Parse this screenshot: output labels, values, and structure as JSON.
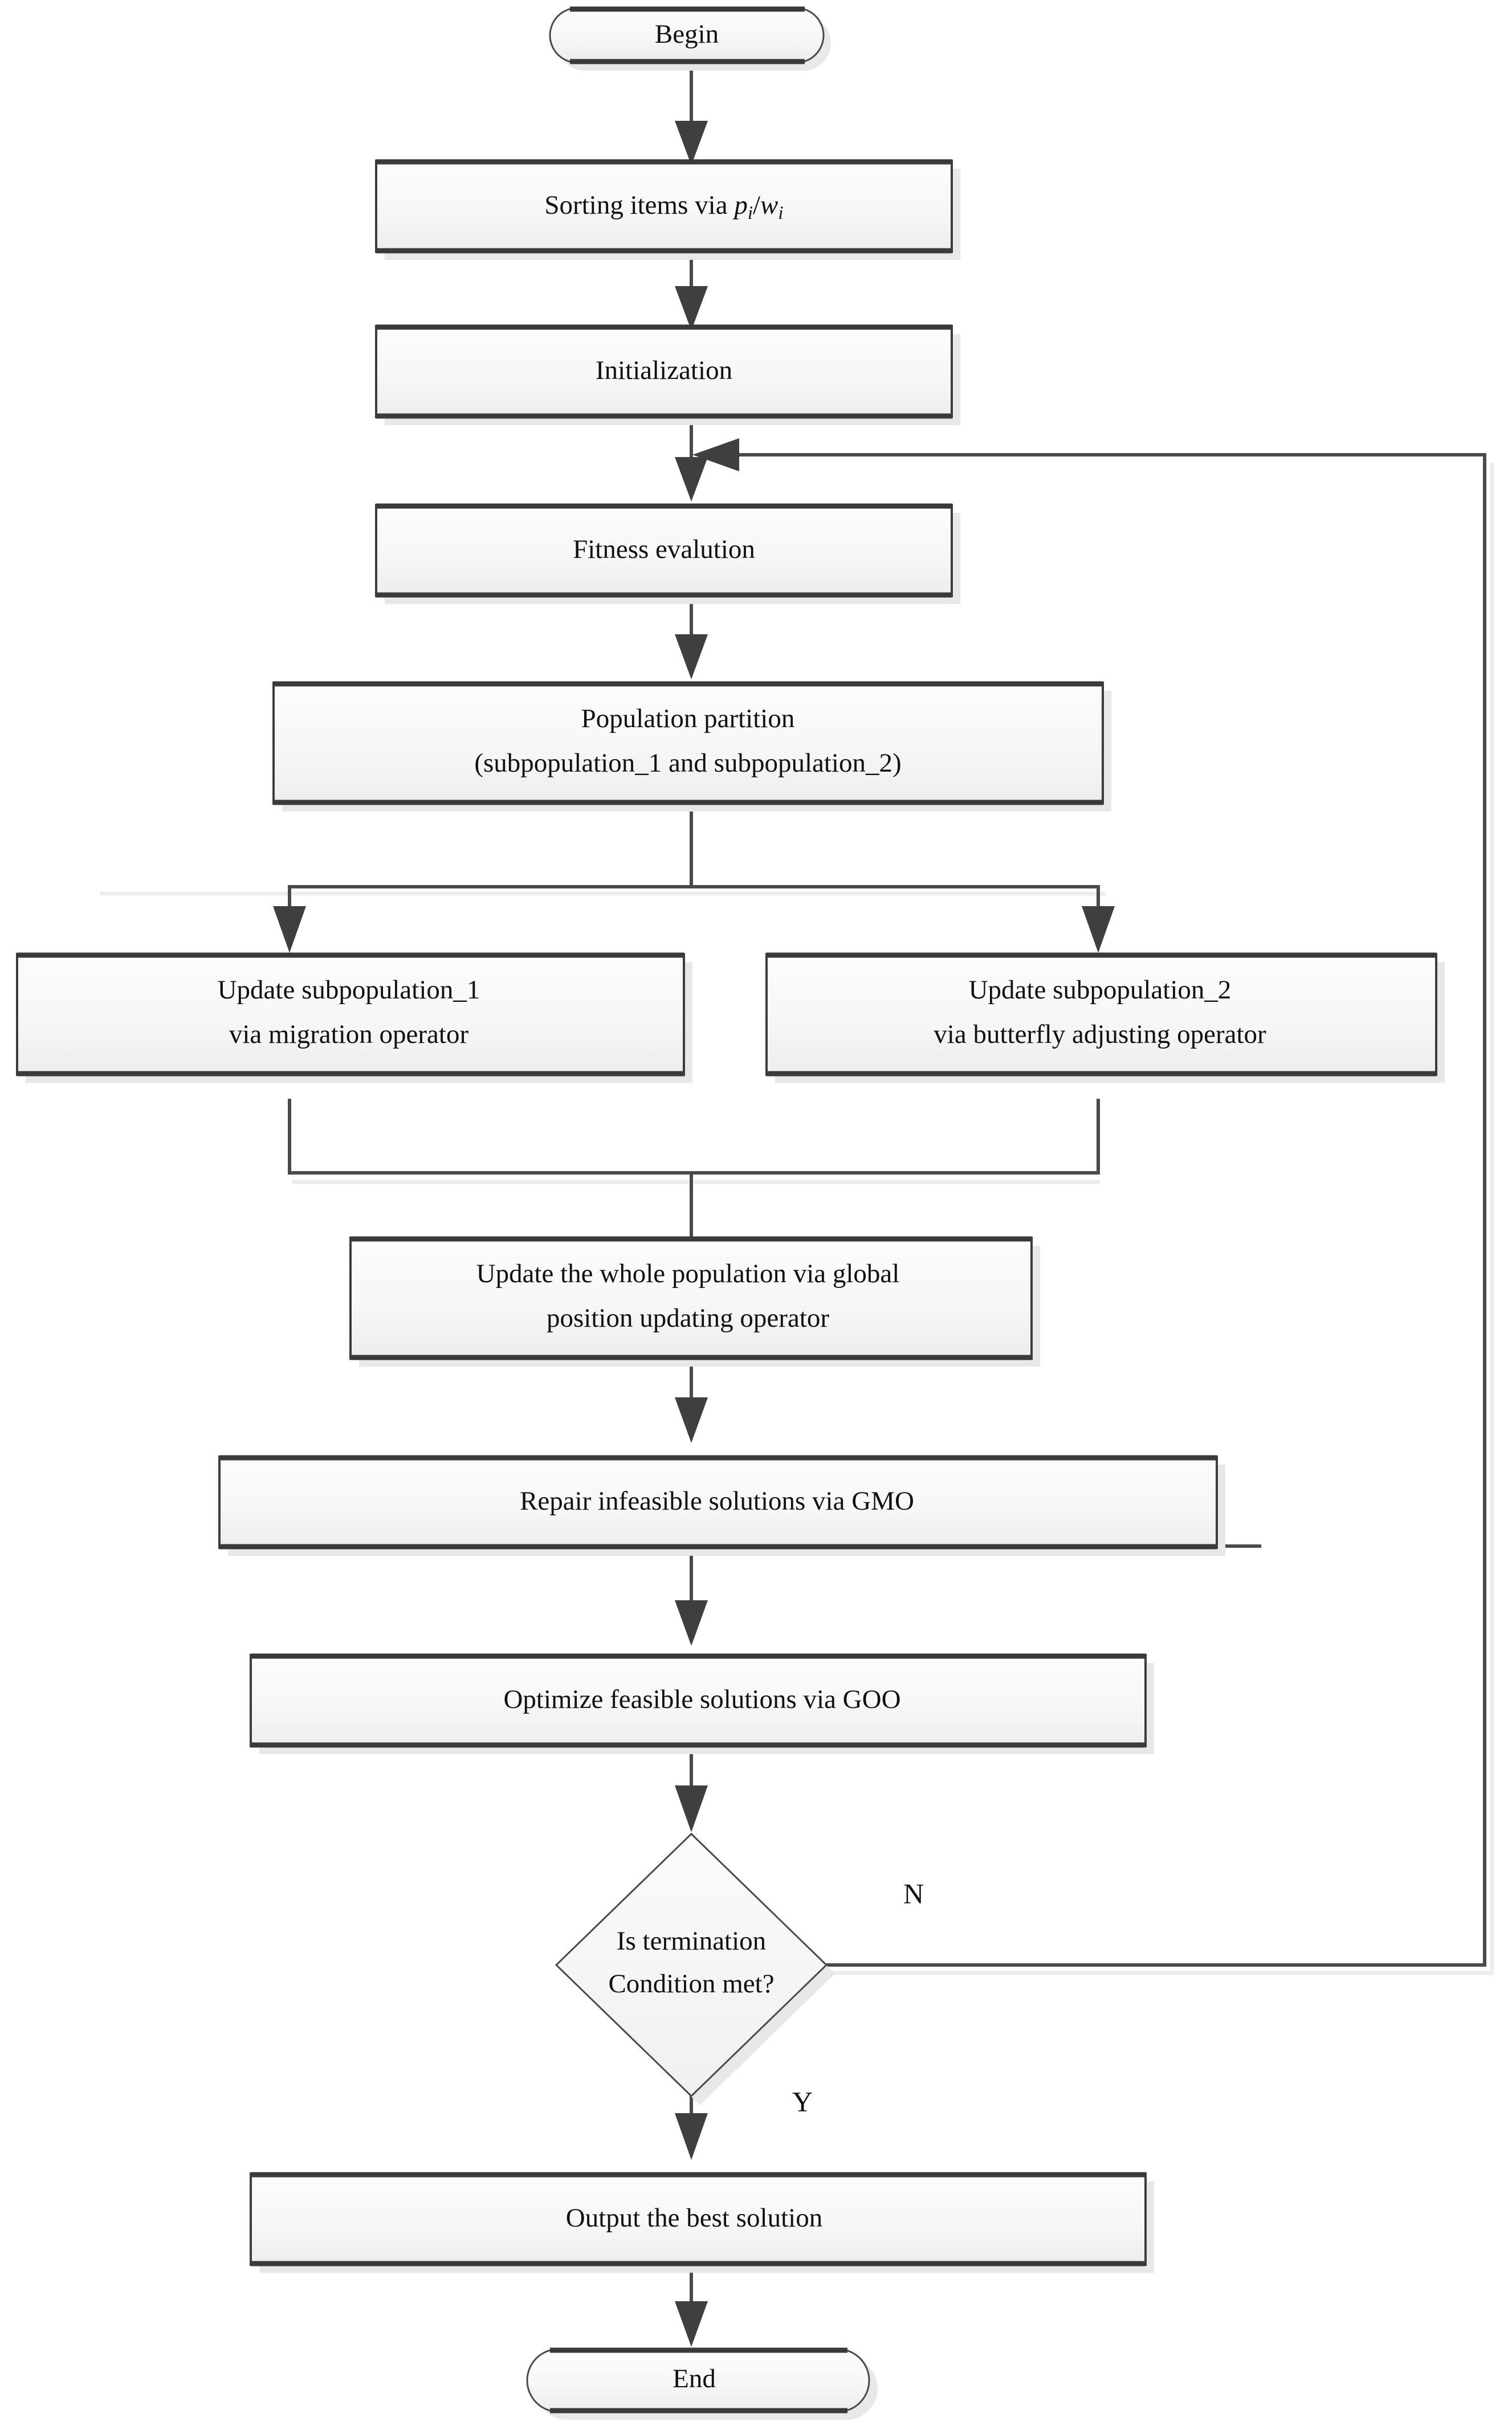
{
  "diagram": {
    "title": "Algorithm flowchart",
    "type": "flowchart",
    "colors": {
      "node_fill_top": "#fbfbfb",
      "node_fill_bottom": "#efefef",
      "node_border": "#3d3d3d",
      "connector": "#4a4a4a",
      "shadow": "#e8e8e8",
      "text": "#111111",
      "background": "#ffffff"
    }
  },
  "nodes": {
    "begin": {
      "label": "Begin",
      "shape": "terminator"
    },
    "sorting": {
      "label": "Sorting items via",
      "shape": "process",
      "formula_numerator": "p",
      "formula_sub1": "i",
      "formula_divider": "/",
      "formula_denominator": "w",
      "formula_sub2": "i"
    },
    "initialization": {
      "label": "Initialization",
      "shape": "process"
    },
    "fitness": {
      "label": "Fitness evalution",
      "shape": "process"
    },
    "partition": {
      "label_line1": "Population partition",
      "label_line2": "(subpopulation_1 and subpopulation_2)",
      "shape": "process"
    },
    "update_sub1": {
      "label_line1": "Update subpopulation_1",
      "label_line2": "via migration operator",
      "shape": "process"
    },
    "update_sub2": {
      "label_line1": "Update subpopulation_2",
      "label_line2": "via butterfly adjusting operator",
      "shape": "process"
    },
    "global_update": {
      "label_line1": "Update the whole population via global",
      "label_line2": "position updating operator",
      "shape": "process"
    },
    "repair": {
      "label": "Repair infeasible solutions via GMO",
      "shape": "process"
    },
    "optimize": {
      "label": "Optimize feasible solutions via GOO",
      "shape": "process"
    },
    "decision": {
      "label_line1": "Is termination",
      "label_line2": "Condition met?",
      "shape": "decision"
    },
    "output": {
      "label": "Output the best solution",
      "shape": "process"
    },
    "end": {
      "label": "End",
      "shape": "terminator"
    }
  },
  "edges": {
    "no_label": "N",
    "yes_label": "Y"
  }
}
